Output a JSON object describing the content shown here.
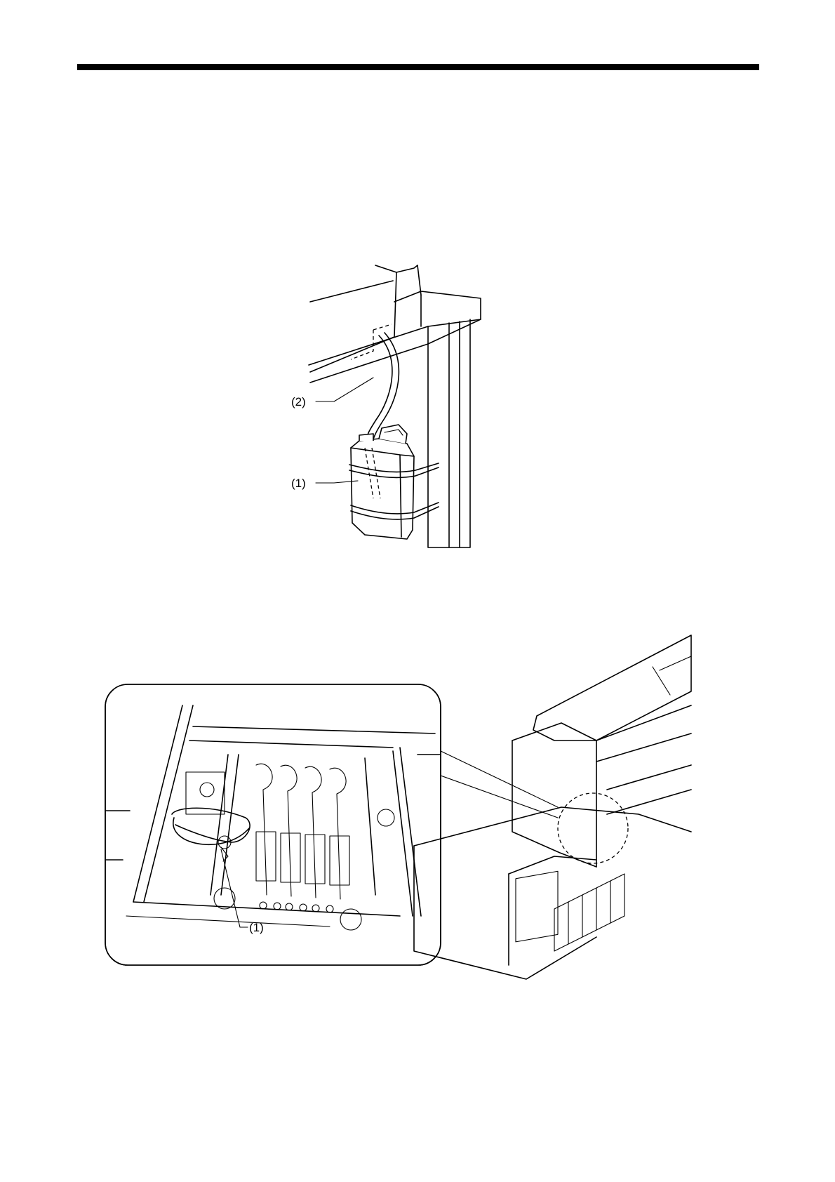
{
  "figure1": {
    "callouts": [
      "(2)",
      "(1)"
    ]
  },
  "figure2": {
    "callouts": [
      "(1)"
    ]
  }
}
